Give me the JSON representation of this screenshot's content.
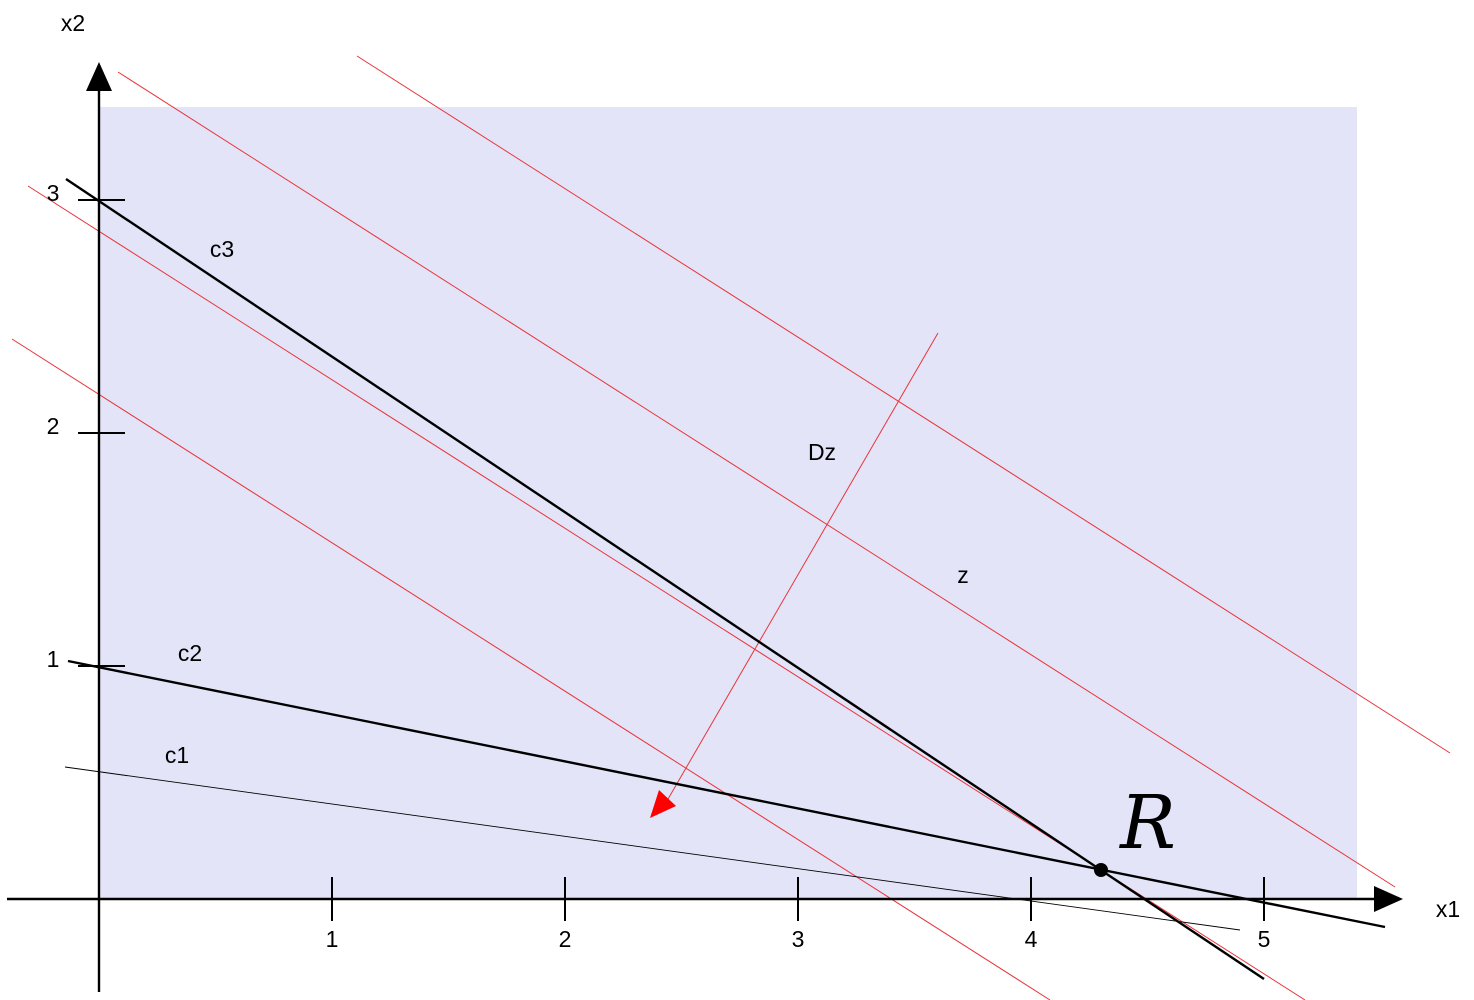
{
  "axes": {
    "x_label": "x1",
    "y_label": "x2",
    "x_ticks": [
      "1",
      "2",
      "3",
      "4",
      "5"
    ],
    "y_ticks": [
      "1",
      "2",
      "3"
    ]
  },
  "constraints": {
    "c1": "c1",
    "c2": "c2",
    "c3": "c3"
  },
  "objective": {
    "level_label": "z",
    "direction_label": "Dz"
  },
  "optimum": {
    "label": "R"
  },
  "colors": {
    "feasible_region": "#e3e4f7",
    "objective_lines": "#e8353a",
    "constraints": "#000000",
    "direction_arrow": "#ff0000"
  }
}
